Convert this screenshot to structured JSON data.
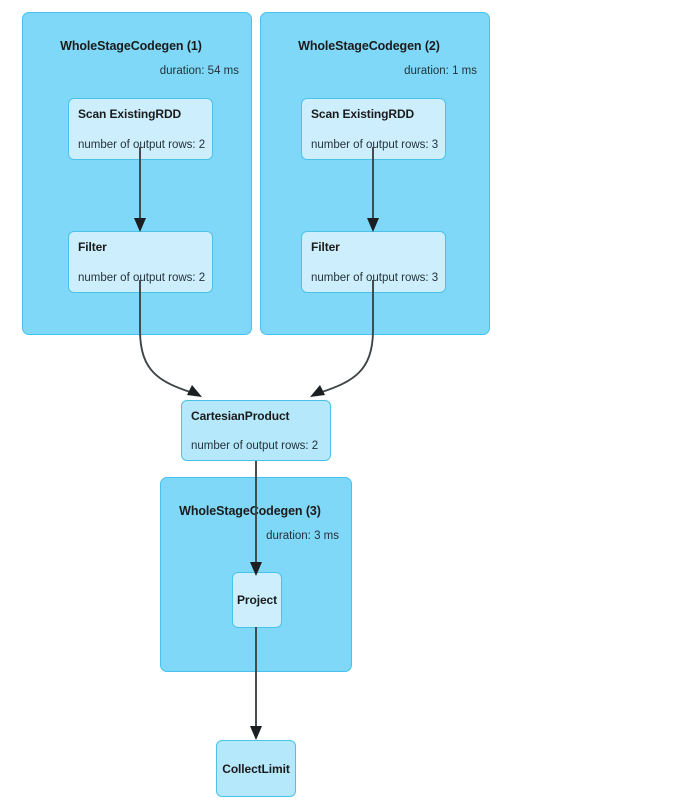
{
  "diagram": {
    "type": "spark-physical-plan-dag",
    "background_color": "#ffffff",
    "stage_fill": "#80d8f8",
    "stage_border": "#45c2f0",
    "node_fill": "#cdeffd",
    "node_border": "#4bc3e8",
    "edge_color": "#3f4447"
  },
  "stages": [
    {
      "id": "stage-1",
      "title": "WholeStageCodegen (1)",
      "duration": "duration: 54 ms",
      "nodes": [
        {
          "id": "scan-1",
          "title": "Scan ExistingRDD",
          "metric": "number of output rows: 2"
        },
        {
          "id": "filter-1",
          "title": "Filter",
          "metric": "number of output rows: 2"
        }
      ]
    },
    {
      "id": "stage-2",
      "title": "WholeStageCodegen (2)",
      "duration": "duration: 1 ms",
      "nodes": [
        {
          "id": "scan-2",
          "title": "Scan ExistingRDD",
          "metric": "number of output rows: 3"
        },
        {
          "id": "filter-2",
          "title": "Filter",
          "metric": "number of output rows: 3"
        }
      ]
    },
    {
      "id": "stage-3",
      "title": "WholeStageCodegen (3)",
      "duration": "duration: 3 ms",
      "nodes": [
        {
          "id": "project",
          "title": "Project",
          "metric": ""
        }
      ]
    }
  ],
  "standalone_nodes": [
    {
      "id": "cartesian-product",
      "title": "CartesianProduct",
      "metric": "number of output rows: 2"
    },
    {
      "id": "collect-limit",
      "title": "CollectLimit",
      "metric": ""
    }
  ]
}
